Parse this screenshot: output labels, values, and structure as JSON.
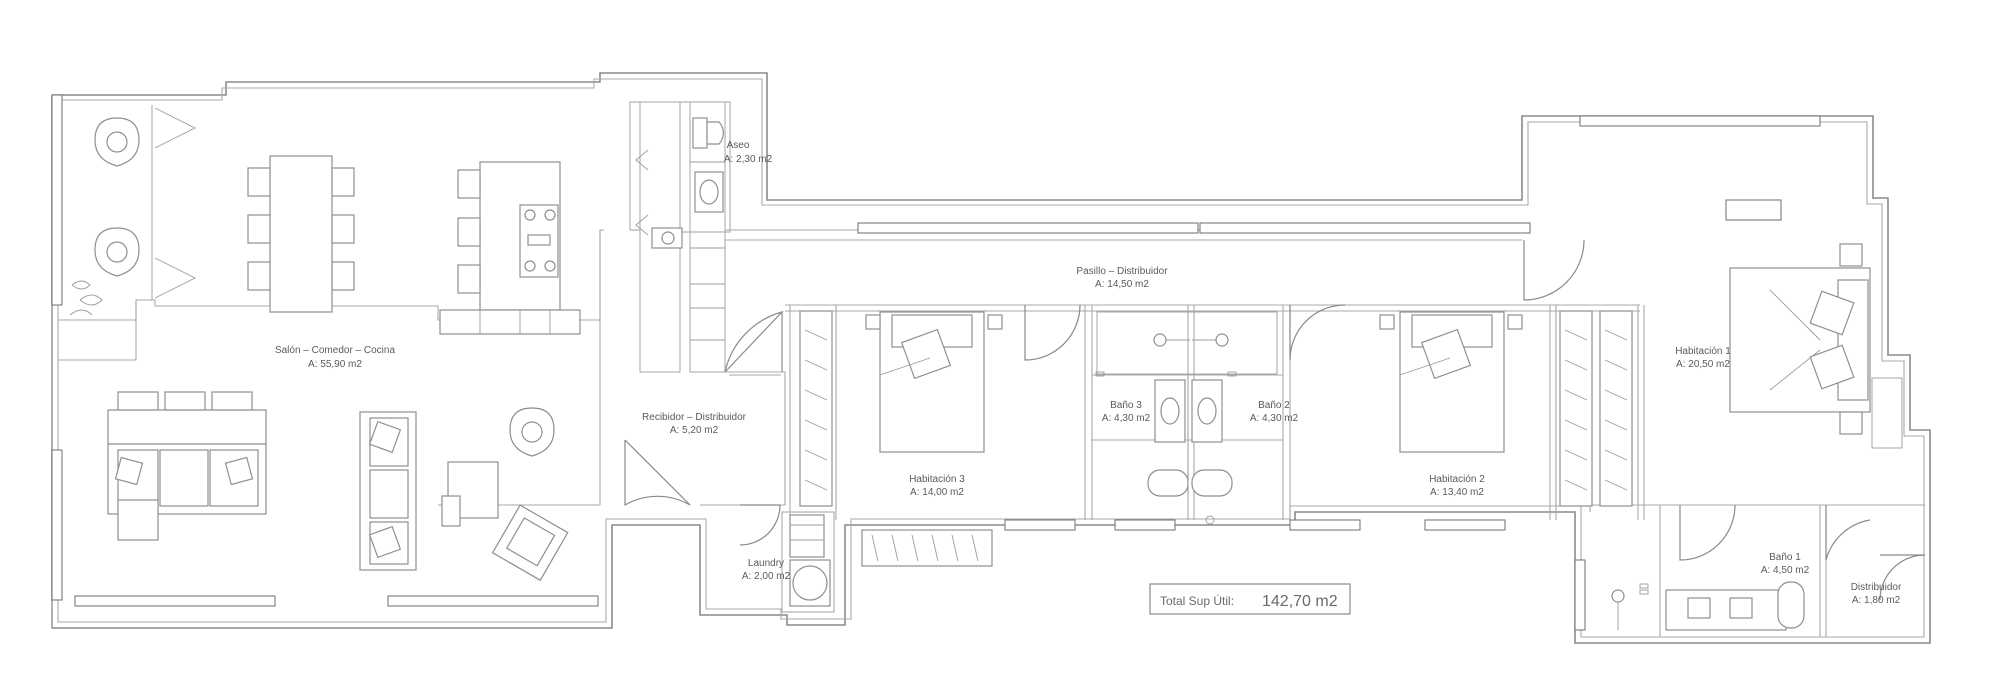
{
  "rooms": {
    "salon": {
      "name": "Salón  –  Comedor  –  Cocina",
      "area": "A:  55,90  m2"
    },
    "aseo": {
      "name": "Aseo",
      "area": "A:  2,30  m2"
    },
    "pasillo": {
      "name": "Pasillo  –  Distribuidor",
      "area": "A:  14,50  m2"
    },
    "recibidor": {
      "name": "Recibidor  –  Distribuidor",
      "area": "A:  5,20  m2"
    },
    "laundry": {
      "name": "Laundry",
      "area": "A:  2,00  m2"
    },
    "hab3": {
      "name": "Habitación  3",
      "area": "A:  14,00  m2"
    },
    "bano3": {
      "name": "Baño  3",
      "area": "A:  4,30  m2"
    },
    "bano2": {
      "name": "Baño  2",
      "area": "A:  4,30  m2"
    },
    "hab2": {
      "name": "Habitación  2",
      "area": "A:  13,40  m2"
    },
    "hab1": {
      "name": "Habitación  1",
      "area": "A:  20,50  m2"
    },
    "bano1": {
      "name": "Baño  1",
      "area": "A:  4,50  m2"
    },
    "distrib": {
      "name": "Distribuidor",
      "area": "A:  1,80  m2"
    }
  },
  "total": {
    "label": "Total  Sup  Útil:",
    "value": "142,70  m2"
  }
}
